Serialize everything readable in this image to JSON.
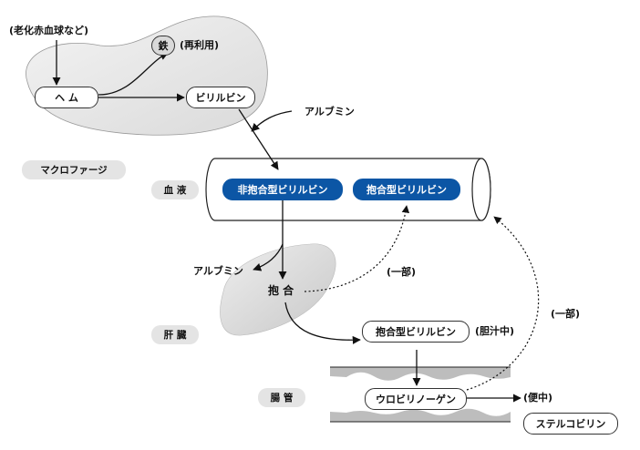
{
  "source_label": "(老化赤血球など)",
  "iron": {
    "label": "鉄",
    "note": "(再利用)"
  },
  "heme_label": "ヘ ム",
  "bilirubin_label": "ビリルビン",
  "albumin_top": "アルブミン",
  "albumin_left": "アルブミン",
  "regions": {
    "macrophage": "マクロファージ",
    "blood": "血 液",
    "liver": "肝 臓",
    "intestine": "腸 管"
  },
  "unconjugated": "非抱合型ビリルビン",
  "conjugated_blood": "抱合型ビリルビン",
  "conjugation": "抱 合",
  "partial_1": "(一部)",
  "partial_2": "(一部)",
  "conjugated_bile": "抱合型ビリルビン",
  "bile_note": "(胆汁中)",
  "urobilinogen": "ウロビリノーゲン",
  "stool_note": "(便中)",
  "stercobilin": "ステルコビリン",
  "colors": {
    "blue_pill": "#0c56a5",
    "shape_gray": "#e6e6e6",
    "tag_gray": "#e4e4e4"
  }
}
